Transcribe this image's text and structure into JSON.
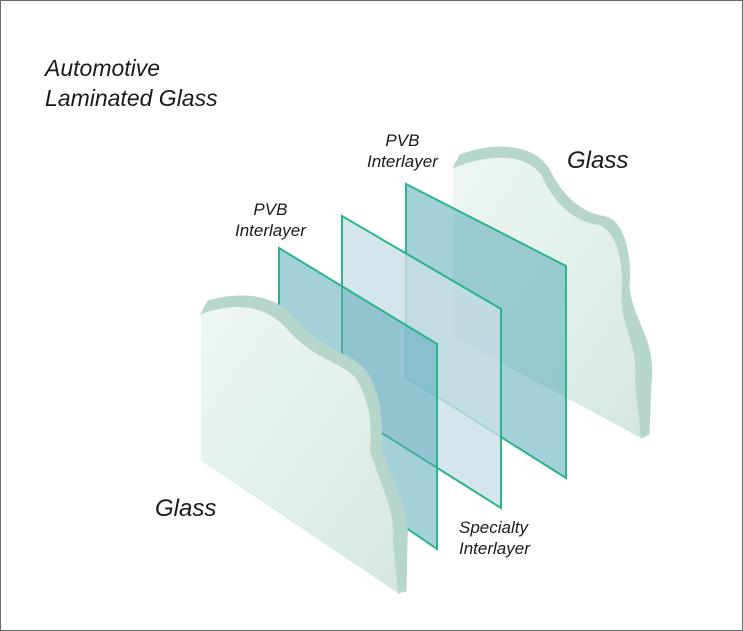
{
  "diagram": {
    "title": [
      "Automotive",
      "Laminated Glass"
    ],
    "labels": {
      "glass_back": "Glass",
      "glass_front": "Glass",
      "pvb_back": [
        "PVB",
        "Interlayer"
      ],
      "pvb_front": [
        "PVB",
        "Interlayer"
      ],
      "specialty": [
        "Specialty",
        "Interlayer"
      ]
    },
    "colors": {
      "glass_face": "#e2efe9",
      "glass_edge": "#b6d6cb",
      "pvb_fill": "#5aa9b9",
      "pvb_stroke": "#2ab58c",
      "specialty_fill": "#c9dee6",
      "specialty_stroke": "#2ab58c",
      "text": "#1a1a1a"
    }
  }
}
